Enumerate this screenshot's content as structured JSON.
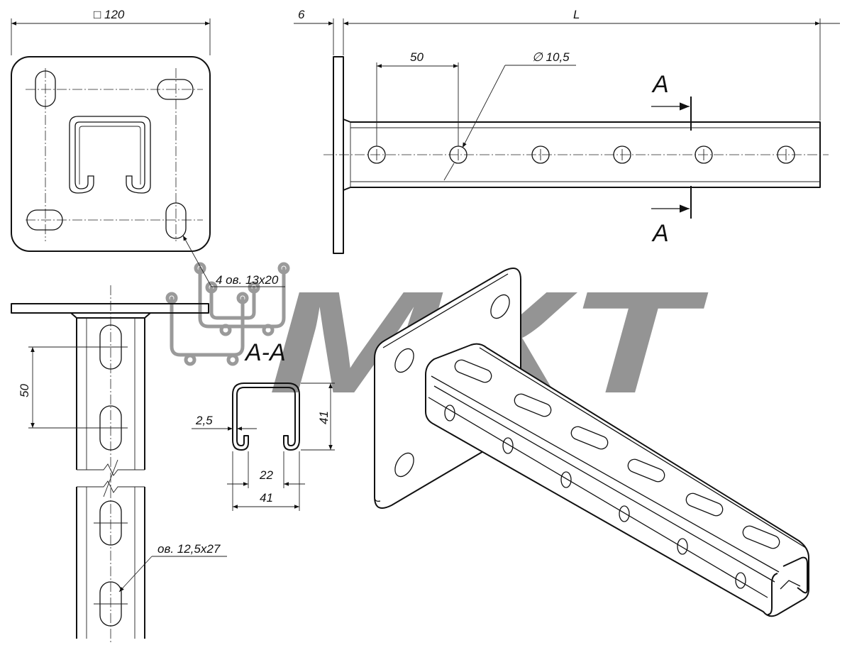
{
  "labels": {
    "plate_size": "□ 120",
    "flange_thickness": "6",
    "length": "L",
    "hole_pitch_front": "50",
    "hole_diameter": "∅ 10,5",
    "section_mark_top": "A",
    "section_mark_bottom": "A",
    "plate_slots": "4 ов. 13х20",
    "hole_pitch_side": "50",
    "section_title": "А-А",
    "profile_thickness": "2,5",
    "profile_height": "41",
    "profile_opening": "22",
    "profile_width": "41",
    "channel_slots": "ов. 12,5х27"
  },
  "watermark": {
    "brand_text": "МКТ",
    "logo_icon": "cable-tray-logo-icon",
    "color": "#8f8f8f"
  }
}
